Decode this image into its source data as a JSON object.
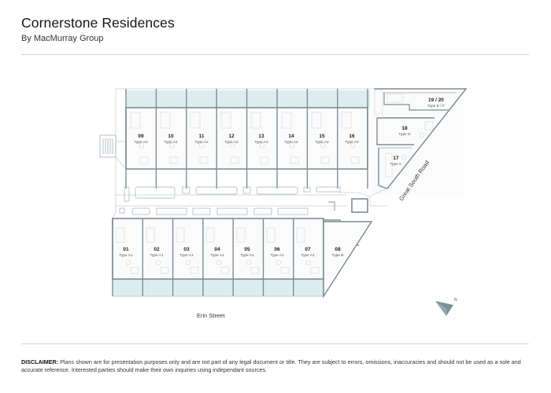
{
  "header": {
    "title": "Cornerstone Residences",
    "subtitle": "By MacMurray Group"
  },
  "colors": {
    "wall": "#7e8e96",
    "balcony": "#dcecef",
    "lightline": "#c9cfd2",
    "compass": "#7d9097"
  },
  "plan": {
    "top_row_units": [
      {
        "number": "09",
        "type": "Type A2"
      },
      {
        "number": "10",
        "type": "Type A2"
      },
      {
        "number": "11",
        "type": "Type A2"
      },
      {
        "number": "12",
        "type": "Type A2"
      },
      {
        "number": "13",
        "type": "Type A2"
      },
      {
        "number": "14",
        "type": "Type A2"
      },
      {
        "number": "15",
        "type": "Type A2"
      },
      {
        "number": "16",
        "type": "Type A2"
      }
    ],
    "bottom_row_units": [
      {
        "number": "01",
        "type": "Type A1"
      },
      {
        "number": "02",
        "type": "Type A1"
      },
      {
        "number": "03",
        "type": "Type A1"
      },
      {
        "number": "04",
        "type": "Type A1"
      },
      {
        "number": "05",
        "type": "Type A1"
      },
      {
        "number": "06",
        "type": "Type A1"
      },
      {
        "number": "07",
        "type": "Type A1"
      }
    ],
    "corner_units": {
      "u08": {
        "number": "08",
        "type": "Type B"
      },
      "u17": {
        "number": "17",
        "type": "Type C"
      },
      "u18": {
        "number": "18",
        "type": "Type D"
      },
      "u1920": {
        "number": "19 / 20",
        "type": "Type E / F"
      }
    },
    "streets": {
      "south": "Erin Street",
      "east": "Great South Road"
    },
    "compass_label": "N"
  },
  "footer": {
    "disclaimer_label": "DISCLAIMER:",
    "disclaimer_text": " Plans shown are for presentation purposes only and are not part of any legal document or title. They are subject to errors, omissions, inaccuracies and should not be used as a sole and accurate reference. Interested parties should make their own inquiries using independant sources."
  }
}
